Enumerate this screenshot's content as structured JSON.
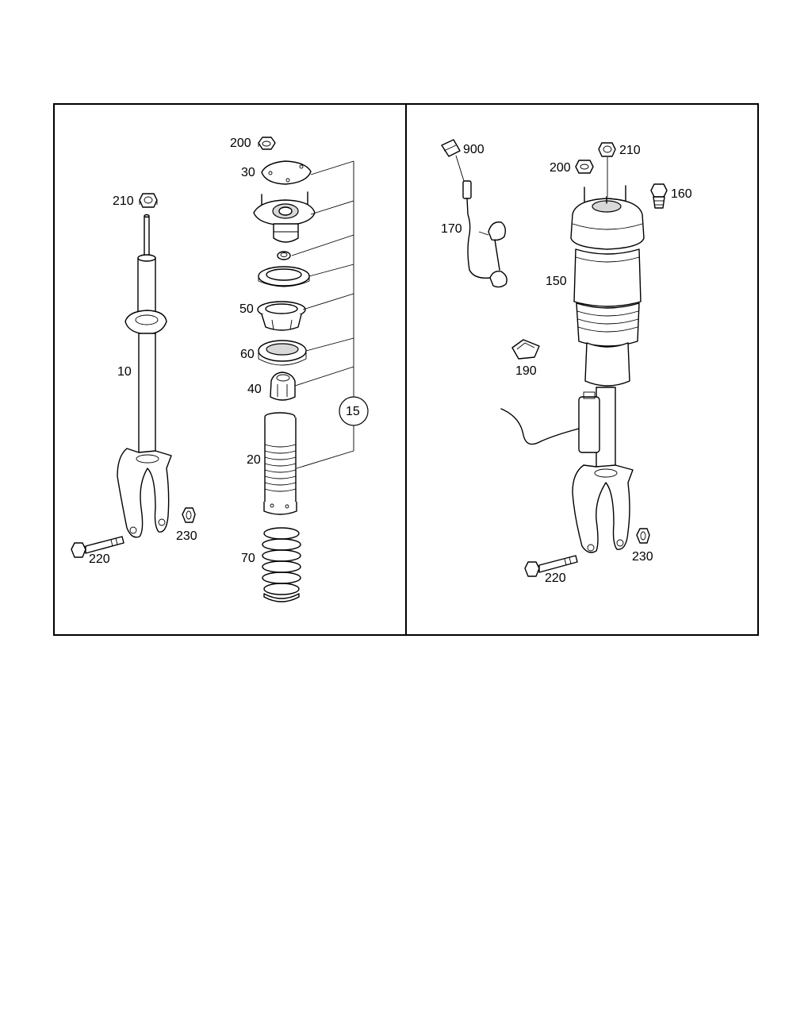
{
  "callouts": {
    "left": {
      "p200": "200",
      "p30": "30",
      "p210": "210",
      "p50": "50",
      "p60": "60",
      "p40": "40",
      "p10": "10",
      "p15": "15",
      "p20": "20",
      "p230": "230",
      "p220": "220",
      "p70": "70"
    },
    "right": {
      "p900": "900",
      "p210": "210",
      "p200": "200",
      "p160": "160",
      "p170": "170",
      "p150": "150",
      "p190": "190",
      "p230": "230",
      "p220": "220"
    }
  }
}
